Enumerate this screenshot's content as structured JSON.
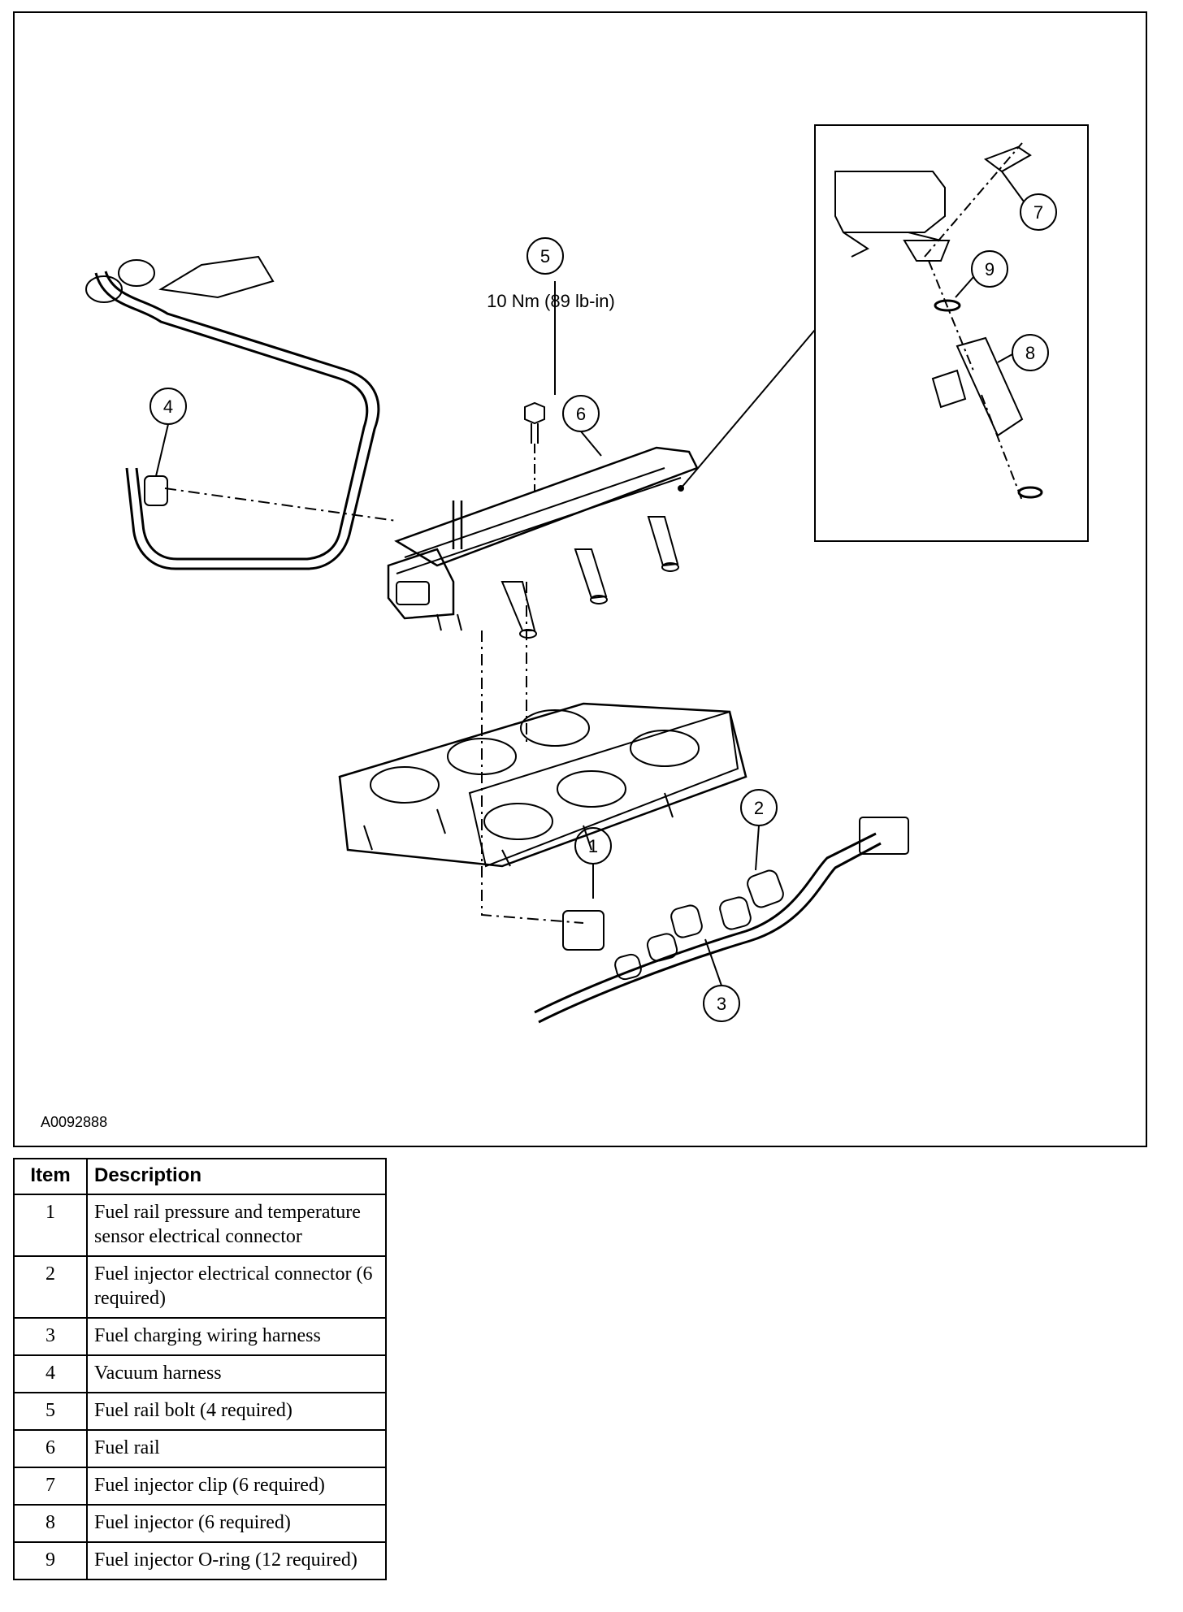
{
  "figure": {
    "id": "A0092888",
    "torque_spec": "10 Nm (89 lb-in)",
    "callouts": [
      "1",
      "2",
      "3",
      "4",
      "5",
      "6",
      "7",
      "8",
      "9"
    ]
  },
  "legend": {
    "headers": {
      "item": "Item",
      "description": "Description"
    },
    "rows": [
      {
        "item": "1",
        "description": "Fuel rail pressure and temperature sensor electrical connector"
      },
      {
        "item": "2",
        "description": "Fuel injector electrical connector (6 required)"
      },
      {
        "item": "3",
        "description": "Fuel charging wiring harness"
      },
      {
        "item": "4",
        "description": "Vacuum harness"
      },
      {
        "item": "5",
        "description": "Fuel rail bolt (4 required)"
      },
      {
        "item": "6",
        "description": "Fuel rail"
      },
      {
        "item": "7",
        "description": "Fuel injector clip (6 required)"
      },
      {
        "item": "8",
        "description": "Fuel injector (6 required)"
      },
      {
        "item": "9",
        "description": "Fuel injector O-ring (12 required)"
      }
    ]
  },
  "icons": [
    "fuel-rail",
    "fuel-injector",
    "vacuum-harness",
    "wiring-harness",
    "intake-manifold",
    "bolt",
    "o-ring",
    "injector-clip"
  ]
}
